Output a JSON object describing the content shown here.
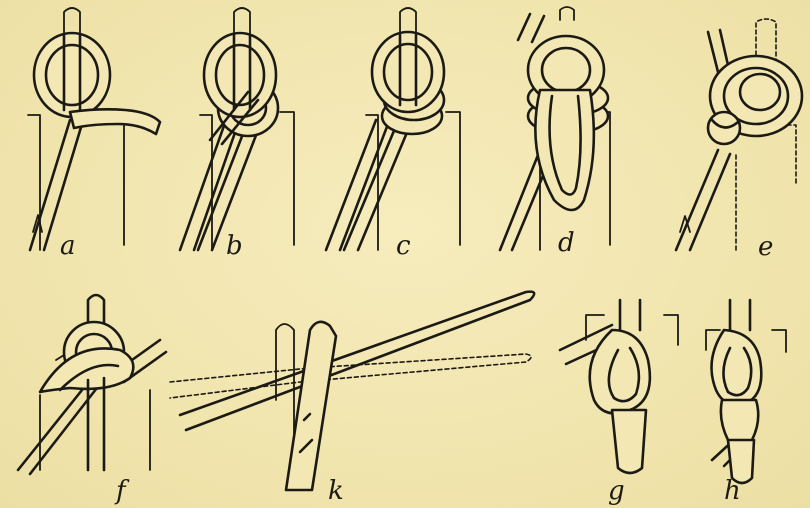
{
  "figures": [
    {
      "id": "a",
      "label": "a"
    },
    {
      "id": "b",
      "label": "b"
    },
    {
      "id": "c",
      "label": "c"
    },
    {
      "id": "d",
      "label": "d"
    },
    {
      "id": "e",
      "label": "e"
    },
    {
      "id": "f",
      "label": "f"
    },
    {
      "id": "k",
      "label": "k"
    },
    {
      "id": "g",
      "label": "g"
    },
    {
      "id": "h",
      "label": "h"
    }
  ],
  "colors": {
    "paper": "#f3e8b3",
    "ink": "#1c1a14"
  }
}
